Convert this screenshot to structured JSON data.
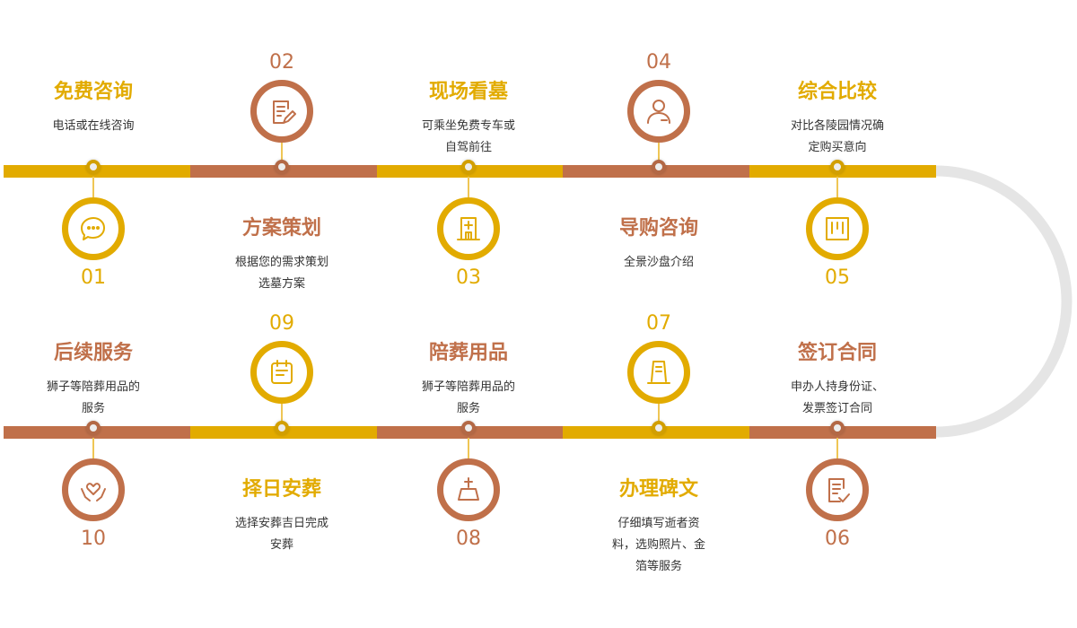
{
  "colors": {
    "gold": "#e2ab00",
    "brown": "#c0704a",
    "arc": "#e5e5e5"
  },
  "steps": [
    {
      "num": "01",
      "title": "免费咨询",
      "desc": [
        "电话或在线咨询"
      ],
      "icon": "chat-bubble-icon"
    },
    {
      "num": "02",
      "title": "方案策划",
      "desc": [
        "根据您的需求策划",
        "选墓方案"
      ],
      "icon": "edit-document-icon"
    },
    {
      "num": "03",
      "title": "现场看墓",
      "desc": [
        "可乘坐免费专车或",
        "自驾前往"
      ],
      "icon": "tombstone-icon"
    },
    {
      "num": "04",
      "title": "导购咨询",
      "desc": [
        "全景沙盘介绍"
      ],
      "icon": "user-icon"
    },
    {
      "num": "05",
      "title": "综合比较",
      "desc": [
        "对比各陵园情况确",
        "定购买意向"
      ],
      "icon": "board-icon"
    },
    {
      "num": "06",
      "title": "签订合同",
      "desc": [
        "申办人持身份证、",
        "发票签订合同"
      ],
      "icon": "contract-icon"
    },
    {
      "num": "07",
      "title": "办理碑文",
      "desc": [
        "仔细填写逝者资",
        "料，选购照片、金",
        "箔等服务"
      ],
      "icon": "monument-icon"
    },
    {
      "num": "08",
      "title": "陪葬用品",
      "desc": [
        "狮子等陪葬用品的",
        "服务"
      ],
      "icon": "grave-icon"
    },
    {
      "num": "09",
      "title": "择日安葬",
      "desc": [
        "选择安葬吉日完成",
        "安葬"
      ],
      "icon": "calendar-icon"
    },
    {
      "num": "10",
      "title": "后续服务",
      "desc": [
        "狮子等陪葬用品的",
        "服务"
      ],
      "icon": "heart-hands-icon"
    }
  ]
}
